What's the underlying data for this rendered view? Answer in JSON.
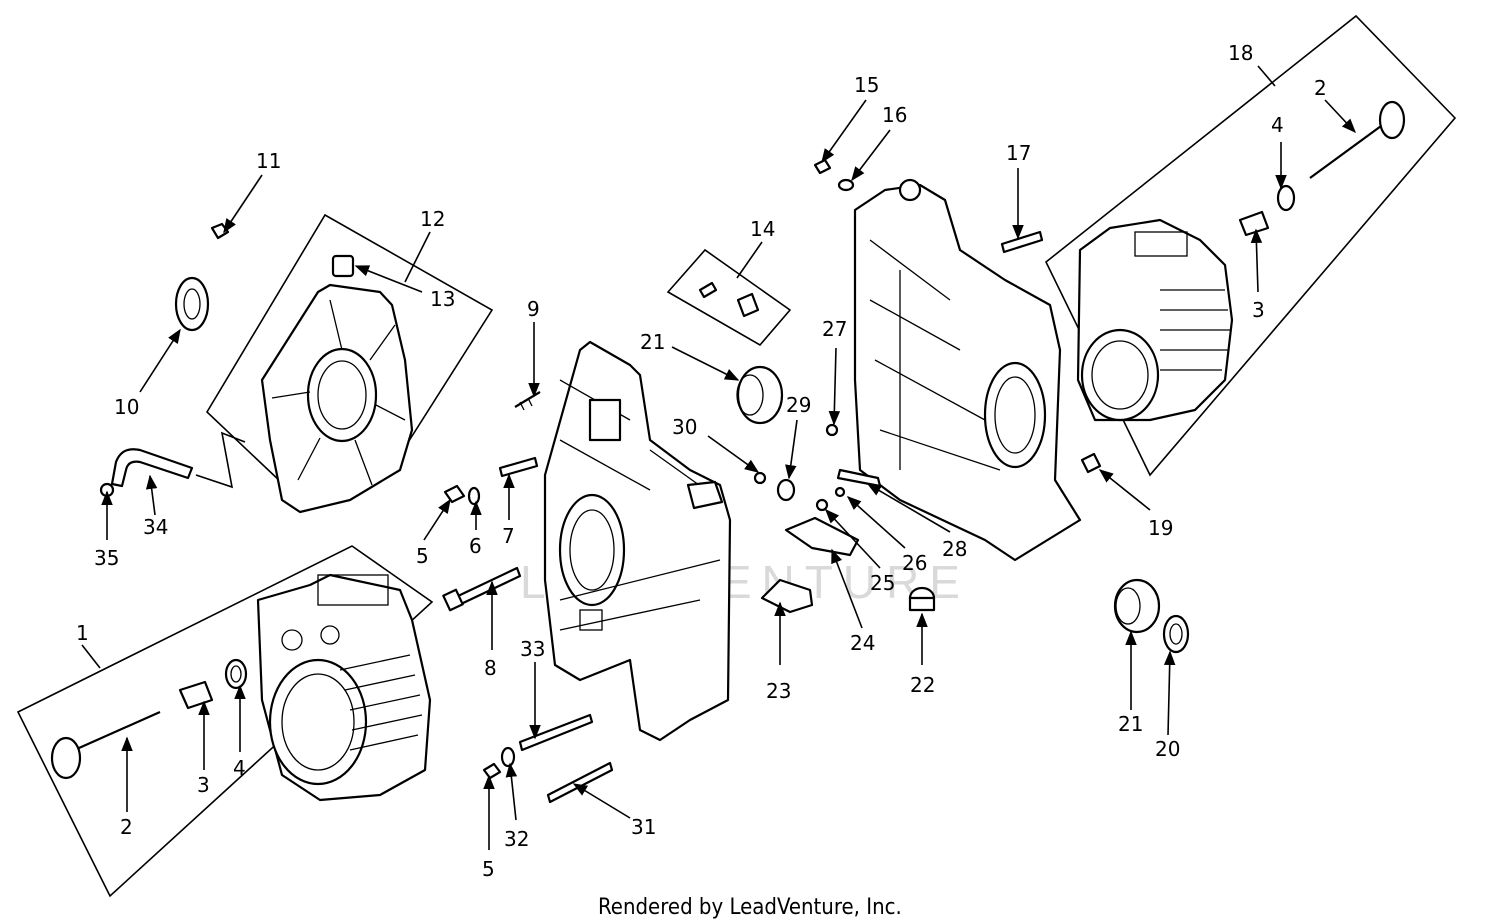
{
  "diagram": {
    "footer": "Rendered by LeadVenture, Inc.",
    "watermark": "LEADVENTURE",
    "callouts": {
      "c1": "1",
      "c2a": "2",
      "c3a": "3",
      "c4a": "4",
      "c5a": "5",
      "c6": "6",
      "c7": "7",
      "c8": "8",
      "c9": "9",
      "c10": "10",
      "c11": "11",
      "c12": "12",
      "c13": "13",
      "c14": "14",
      "c15": "15",
      "c16": "16",
      "c17": "17",
      "c18": "18",
      "c2b": "2",
      "c4b": "4",
      "c3b": "3",
      "c19": "19",
      "c20": "20",
      "c21a": "21",
      "c21b": "21",
      "c22": "22",
      "c23": "23",
      "c24": "24",
      "c25": "25",
      "c26": "26",
      "c27": "27",
      "c28": "28",
      "c29": "29",
      "c30": "30",
      "c31": "31",
      "c32": "32",
      "c33": "33",
      "c34": "34",
      "c35": "35",
      "c5b": "5"
    }
  }
}
